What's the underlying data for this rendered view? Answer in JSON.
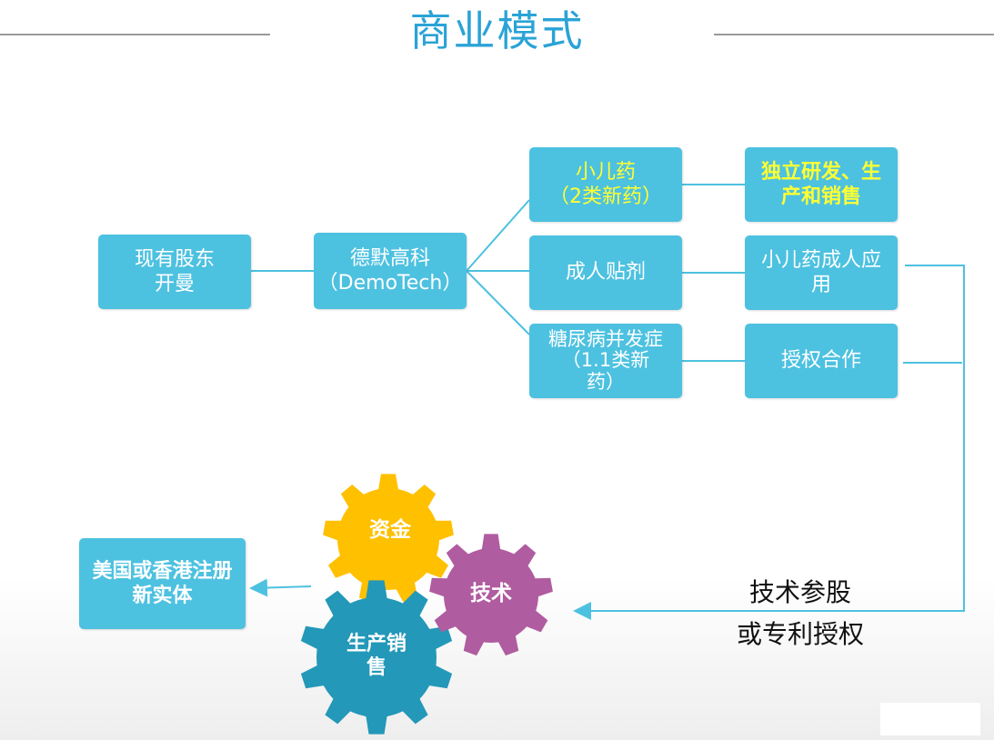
{
  "title": "商业模式",
  "boxes": {
    "shareholder": "现有股东\n开曼",
    "demotech": "德默高科\n（DemoTech）",
    "pediatric": "小儿药\n（2类新药）",
    "independent": "独立研发、生\n产和销售",
    "adult_patch": "成人贴剂",
    "pediatric_adult": "小儿药成人应\n用",
    "diabetes": "糖尿病并发症\n（1.1类新\n药）",
    "license": "授权合作",
    "new_entity": "美国或香港注册\n新实体"
  },
  "gears": {
    "funds": "资金",
    "tech": "技术",
    "production": "生产销\n售"
  },
  "side_text": {
    "line1": "技术参股",
    "line2": "或专利授权"
  },
  "colors": {
    "title": "#2aa3d6",
    "box": "#4dc1e0",
    "connector": "#4dc1e0",
    "highlight_text": "#ffff33",
    "gear_funds": "#ffc000",
    "gear_tech": "#b05ca0",
    "gear_production": "#2398b8"
  }
}
